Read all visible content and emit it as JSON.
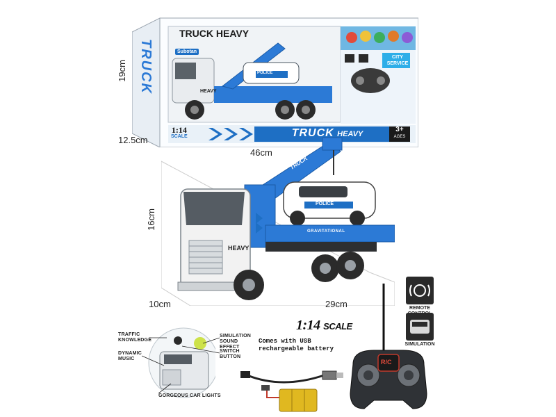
{
  "box": {
    "brand": "Subotan",
    "side_title": "TRUCK",
    "top_title": "TRUCK HEAVY",
    "city_service": "CITY SERVICE",
    "scale": "1:14",
    "scale_word": "SCALE",
    "banner_title": "TRUCK",
    "banner_sub": "HEAVY",
    "age": "3+",
    "age_sub": "AGES",
    "police": "POLICE",
    "cab_logo": "HEAVY"
  },
  "dimensions": {
    "box_height": "19cm",
    "box_depth": "12.5cm",
    "box_length": "46cm",
    "truck_height": "16cm",
    "truck_width": "10cm",
    "truck_length": "29cm"
  },
  "product": {
    "crane_label": "TRUCK",
    "police": "POLICE",
    "bed_label": "GRAVITATIONAL",
    "cab_logo": "HEAVY"
  },
  "features": {
    "icons": [
      {
        "label": "REMOTE CONTROL"
      },
      {
        "label": "SIMULATION"
      }
    ],
    "scale_main": "1:14",
    "scale_word": "SCALE",
    "usb_note_line1": "Comes with USB",
    "usb_note_line2": "rechargeable battery",
    "callouts": {
      "traffic": "TRAFFIC KNOWLEDGE",
      "music": "DYNAMIC MUSIC",
      "lights": "GORGEOUS CAR LIGHTS",
      "sound": "SIMULATION SOUND EFFECT",
      "switch": "SWITCH BUTTON"
    },
    "remote_badge": "R/C"
  },
  "colors": {
    "brand_blue": "#1e6fc4",
    "crane_blue": "#2c7ad6",
    "cab_white": "#f2f2f2",
    "dark": "#2b2b2b",
    "battery": "#e0b820"
  }
}
